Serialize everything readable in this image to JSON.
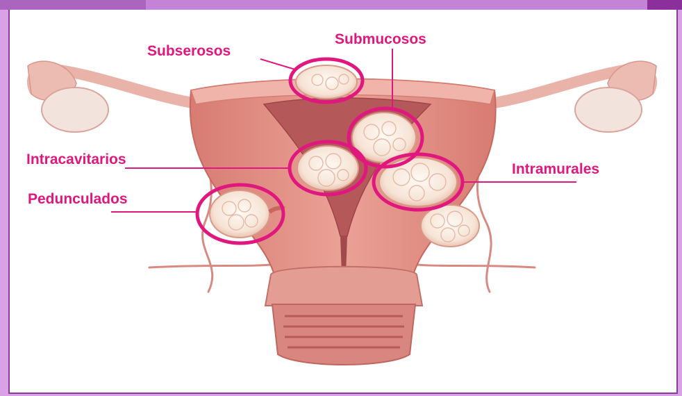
{
  "colors": {
    "accent": "#e0177f",
    "frame_border": "#8b3a9e",
    "page_bg": "#d9a2e6",
    "tissue": "#e5958a",
    "fibroid": "#f8ece3"
  },
  "labels": {
    "subserosos": "Subserosos",
    "submucosos": "Submucosos",
    "intracavitarios": "Intracavitarios",
    "intramurales": "Intramurales",
    "pedunculados": "Pedunculados"
  }
}
